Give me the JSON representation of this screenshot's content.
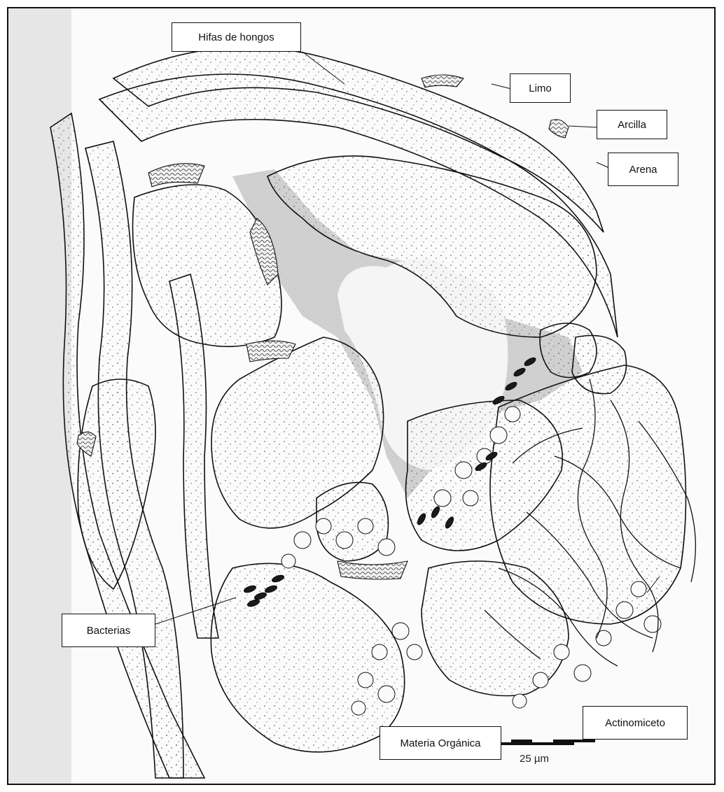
{
  "labels": {
    "hifas": "Hifas de hongos",
    "limo": "Limo",
    "arcilla": "Arcilla",
    "arena": "Arena",
    "bacterias": "Bacterias",
    "actinomiceto": "Actinomiceto",
    "materia": "Materia Orgánica"
  },
  "scale_bar": {
    "label": "25 µm"
  },
  "colors": {
    "outline": "#111111",
    "pore_fill": "#cfcfcf",
    "particle_fill": "#f7f7f7",
    "bacteria_fill": "#1a1a1a"
  }
}
